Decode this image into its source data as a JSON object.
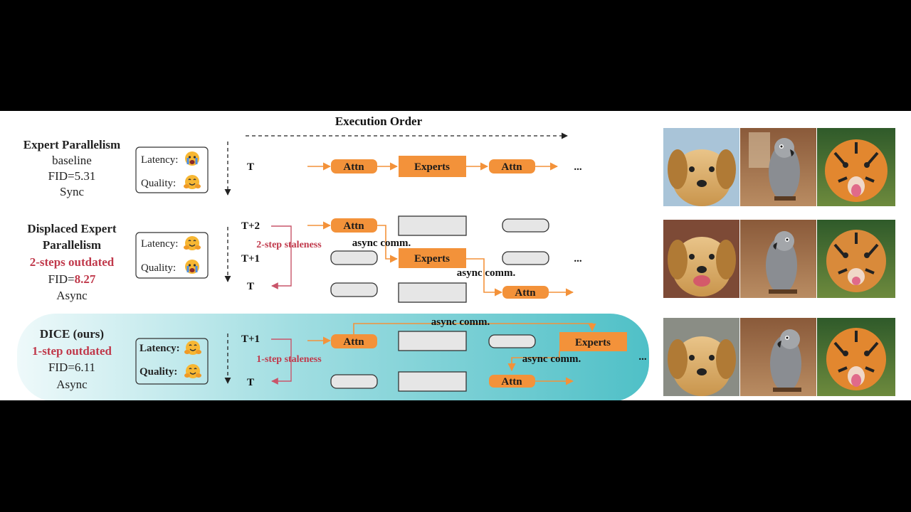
{
  "header": {
    "execution_order": "Execution Order"
  },
  "rows": [
    {
      "id": "ep",
      "lines": [
        "Expert Parallelism",
        "baseline",
        "FID=5.31",
        "Sync"
      ],
      "latency_label": "Latency:",
      "quality_label": "Quality:",
      "latency_icon": "crying-face-icon",
      "quality_icon": "hugging-face-icon",
      "timesteps": [
        "T"
      ],
      "blocks": [
        "Attn",
        "Experts",
        "Attn"
      ],
      "ellipsis": "..."
    },
    {
      "id": "dep",
      "lines": [
        "Displaced Expert",
        "Parallelism"
      ],
      "outdated_label": "2-steps outdated",
      "fid_prefix": "FID=",
      "fid_value": "8.27",
      "mode": "Async",
      "latency_label": "Latency:",
      "quality_label": "Quality:",
      "latency_icon": "hugging-face-icon",
      "quality_icon": "crying-face-icon",
      "timesteps": [
        "T+2",
        "T+1",
        "T"
      ],
      "staleness": "2-step staleness",
      "blocks": [
        "Attn",
        "Experts",
        "Attn"
      ],
      "comms": [
        "async comm.",
        "async comm."
      ],
      "ellipsis": "..."
    },
    {
      "id": "dice",
      "lines": [
        "DICE (ours)",
        "1-step outdated",
        "FID=6.11",
        "Async"
      ],
      "latency_label": "Latency:",
      "quality_label": "Quality:",
      "latency_icon": "hugging-face-icon",
      "quality_icon": "hugging-face-icon",
      "timesteps": [
        "T+1",
        "T"
      ],
      "staleness": "1-step staleness",
      "blocks": [
        "Attn",
        "Experts",
        "Attn"
      ],
      "comms": [
        "async comm.",
        "async comm."
      ],
      "ellipsis": "..."
    }
  ],
  "images": [
    [
      "golden-retriever",
      "grey-parrot",
      "tiger"
    ],
    [
      "golden-retriever",
      "grey-parrot",
      "tiger"
    ],
    [
      "golden-retriever",
      "grey-parrot",
      "tiger"
    ]
  ],
  "colors": {
    "orange": "#f3923a",
    "red": "#c0394b",
    "teal": "#5cc6cc",
    "gray": "#e6e6e6"
  }
}
